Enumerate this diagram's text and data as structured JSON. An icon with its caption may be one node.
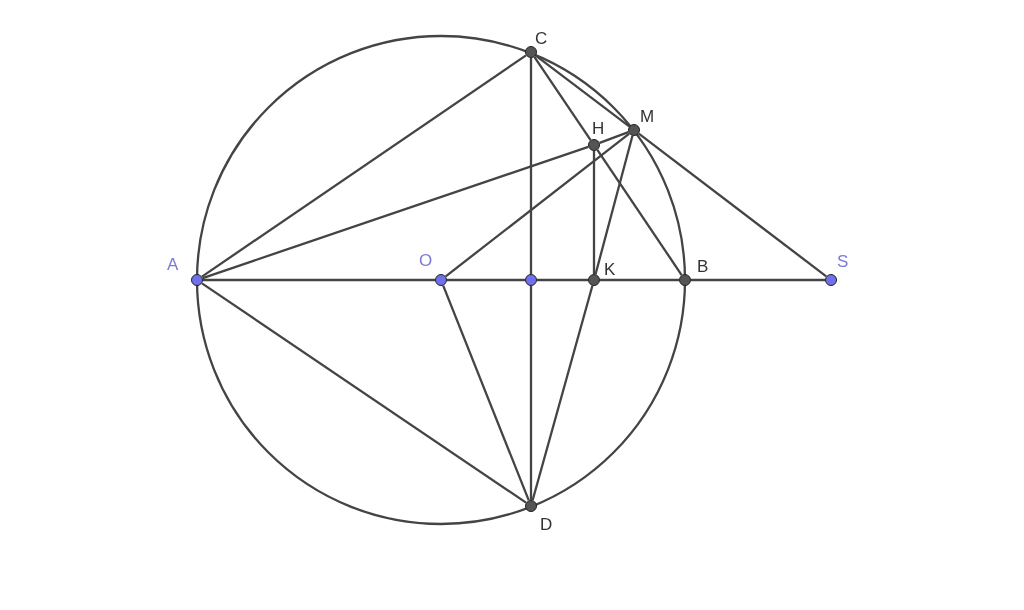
{
  "diagram": {
    "nodes": [
      {
        "text": [
          "C"
        ]
      },
      {
        "text": [
          "M"
        ]
      },
      {
        "text": [
          "H"
        ]
      },
      {
        "text": [
          "A"
        ]
      },
      {
        "text": [
          "O"
        ]
      },
      {
        "text": [],
        "shape": "circle"
      },
      {
        "text": [
          "K"
        ]
      },
      {
        "text": [
          "B"
        ]
      },
      {
        "text": [
          "S"
        ]
      },
      {
        "text": [
          "D"
        ]
      }
    ],
    "edges": [
      {
        "from": 3,
        "to": 0,
        "arrow": "none"
      },
      {
        "from": 3,
        "to": 2,
        "arrow": "none"
      },
      {
        "from": 2,
        "to": 1,
        "arrow": "none"
      },
      {
        "from": 3,
        "to": 4,
        "arrow": "none"
      },
      {
        "from": 4,
        "to": 5,
        "arrow": "none"
      },
      {
        "from": 5,
        "to": 6,
        "arrow": "none"
      },
      {
        "from": 6,
        "to": 7,
        "arrow": "none"
      },
      {
        "from": 7,
        "to": 8,
        "arrow": "none"
      },
      {
        "from": 3,
        "to": 9,
        "arrow": "none"
      },
      {
        "from": 0,
        "to": 5,
        "arrow": "none"
      },
      {
        "from": 5,
        "to": 9,
        "arrow": "none"
      },
      {
        "from": 0,
        "to": 2,
        "arrow": "none"
      },
      {
        "from": 2,
        "to": 7,
        "arrow": "none"
      },
      {
        "from": 0,
        "to": 1,
        "arrow": "none"
      },
      {
        "from": 4,
        "to": 1,
        "arrow": "none"
      },
      {
        "from": 4,
        "to": 9,
        "arrow": "none"
      },
      {
        "from": 1,
        "to": 6,
        "arrow": "none"
      },
      {
        "from": 6,
        "to": 9,
        "arrow": "none"
      },
      {
        "from": 2,
        "to": 6,
        "arrow": "none"
      },
      {
        "from": 1,
        "to": 8,
        "arrow": "none"
      }
    ]
  }
}
